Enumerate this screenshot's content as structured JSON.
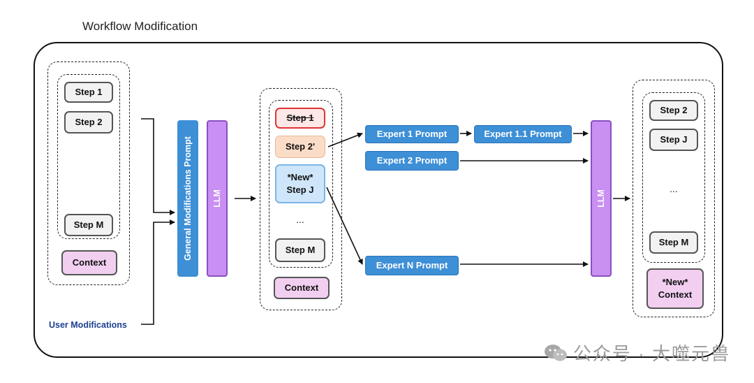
{
  "title": "Workflow Modification",
  "left_group": {
    "steps": [
      "Step 1",
      "Step 2",
      "Step M"
    ],
    "context": "Context"
  },
  "user_modifications": "User Modifications",
  "general_prompt": "General Modifications Prompt",
  "llm_label": "LLM",
  "middle_group": {
    "step1": "Step 1",
    "step2": "Step 2'",
    "new_step_line1": "*New*",
    "new_step_line2": "Step J",
    "ellipsis": "...",
    "stepM": "Step M",
    "context": "Context"
  },
  "experts": {
    "expert1": "Expert 1 Prompt",
    "expert11": "Expert 1.1 Prompt",
    "expert2": "Expert 2 Prompt",
    "expertN": "Expert N Prompt"
  },
  "right_group": {
    "steps": [
      "Step 2",
      "Step J",
      "Step M"
    ],
    "ellipsis": "...",
    "context_line1": "*New*",
    "context_line2": "Context"
  },
  "watermark": "公众号 · 大噬元兽",
  "colors": {
    "expert_blue": "#3d8fd6",
    "llm_purple": "#c98ff2",
    "context_pink": "#f2cff0",
    "strike_red": "#e03434",
    "user_mod_navy": "#1d3f8f"
  }
}
